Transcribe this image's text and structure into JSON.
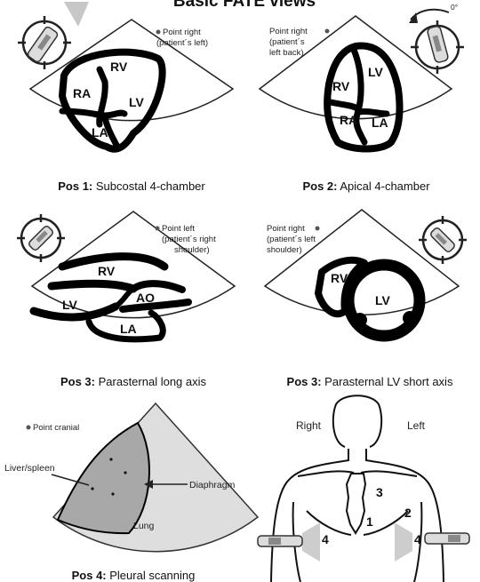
{
  "title": "Basic FATE views",
  "panels": {
    "p1": {
      "pos": "Pos 1:",
      "name": "Subcostal 4-chamber",
      "note": [
        "Point right",
        "(patient´s left)"
      ],
      "labels": {
        "rv": "RV",
        "ra": "RA",
        "lv": "LV",
        "la": "LA"
      }
    },
    "p2": {
      "pos": "Pos 2:",
      "name": "Apical 4-chamber",
      "note": [
        "Point right",
        "(patient´s",
        "left back)"
      ],
      "labels": {
        "rv": "RV",
        "lv": "LV",
        "ra": "RA",
        "la": "LA"
      },
      "angle": "0°"
    },
    "p3": {
      "pos": "Pos 3:",
      "name": "Parasternal long axis",
      "note": [
        "Point left",
        "(patient´s right",
        "shoulder)"
      ],
      "labels": {
        "rv": "RV",
        "lv": "LV",
        "ao": "AO",
        "la": "LA"
      }
    },
    "p4": {
      "pos": "Pos 3:",
      "name": "Parasternal LV short axis",
      "note": [
        "Point right",
        "(patient´s left",
        "shoulder)"
      ],
      "labels": {
        "rv": "RV",
        "lv": "LV"
      }
    },
    "p5": {
      "pos": "Pos 4:",
      "name": "Pleural scanning",
      "note": "Point cranial",
      "labels": {
        "liver": "Liver/spleen",
        "diaphragm": "Diaphragm",
        "lung": "Lung"
      }
    },
    "body": {
      "right": "Right",
      "left": "Left",
      "positions": {
        "one": "1",
        "two": "2",
        "three": "3",
        "four_r": "4",
        "four_l": "4"
      }
    }
  }
}
